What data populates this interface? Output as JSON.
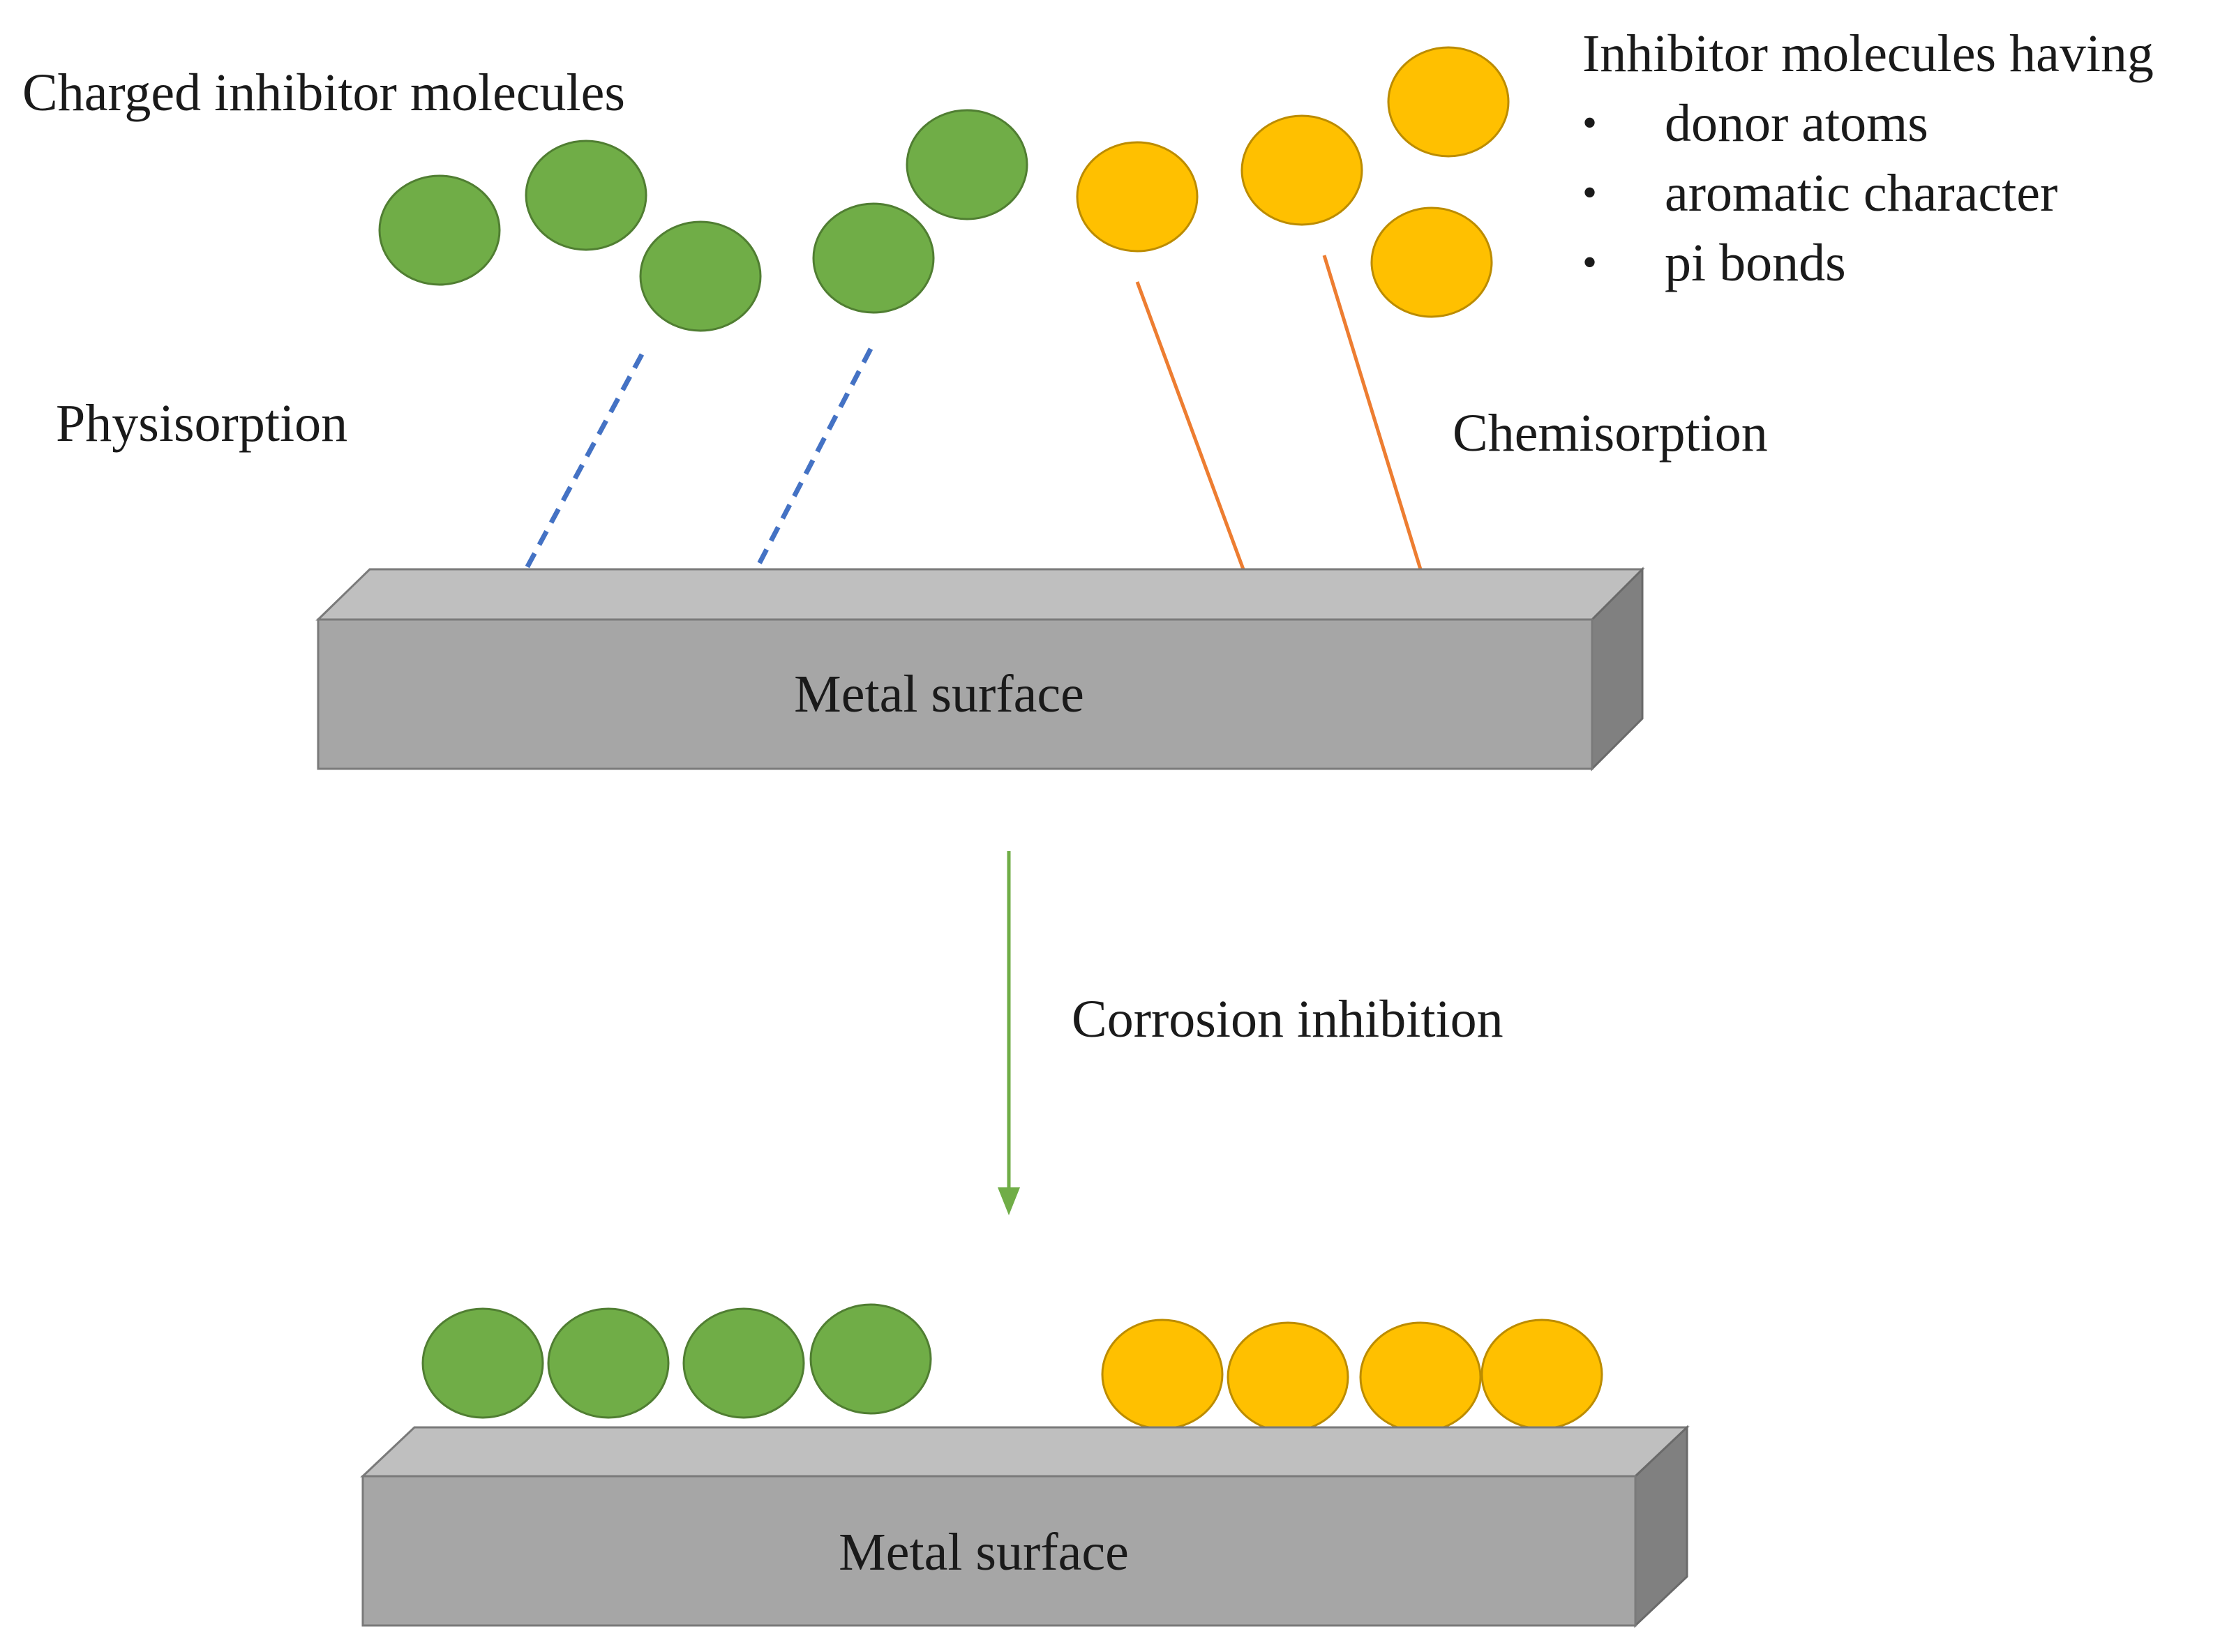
{
  "labels": {
    "charged_molecules": "Charged inhibitor molecules",
    "inhibitor_having": "Inhibitor molecules having",
    "features": [
      "donor atoms",
      "aromatic character",
      "pi bonds"
    ],
    "bullet_symbol": "•",
    "physisorption": "Physisorption",
    "chemisorption": "Chemisorption",
    "metal_surface_top": "Metal surface",
    "metal_surface_bottom": "Metal surface",
    "corrosion_inhibition": "Corrosion inhibition"
  },
  "colors": {
    "charged_molecule_fill": "#70AD47",
    "charged_molecule_stroke": "#507E32",
    "neutral_molecule_fill": "#FFC000",
    "neutral_molecule_stroke": "#BC8C00",
    "physisorption_line": "#4472C4",
    "chemisorption_line": "#ED7D31",
    "arrow": "#70AD47",
    "metal_front": "#A6A6A6",
    "metal_top": "#BFBFBF",
    "metal_side": "#808080"
  }
}
